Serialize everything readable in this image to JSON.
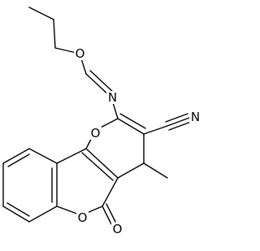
{
  "molecule": {
    "atoms": {
      "o_ether": "O",
      "n_imine": "N",
      "n_nitrile": "N",
      "o_pyran": "O",
      "o_lactone": "O",
      "o_carbonyl": "O"
    }
  },
  "colors": {
    "bond": "#000000",
    "label": "#000000",
    "background": "#ffffff"
  }
}
